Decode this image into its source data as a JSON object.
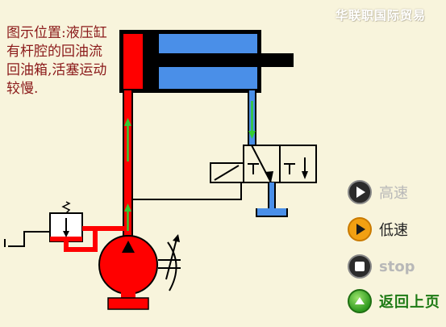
{
  "description": "图示位置:液压缸有杆腔的回油流回油箱,活塞运动较慢.",
  "watermark": "华联职国际贸易",
  "controls": {
    "high_speed": "高速",
    "low_speed": "低速",
    "stop": "stop",
    "back": "返回上页"
  },
  "colors": {
    "background": "#f8f4dc",
    "pressure_oil": "#ff0000",
    "return_oil": "#4a8fe8",
    "flow_arrow": "#33cc33",
    "text": "#8b1a1a"
  }
}
